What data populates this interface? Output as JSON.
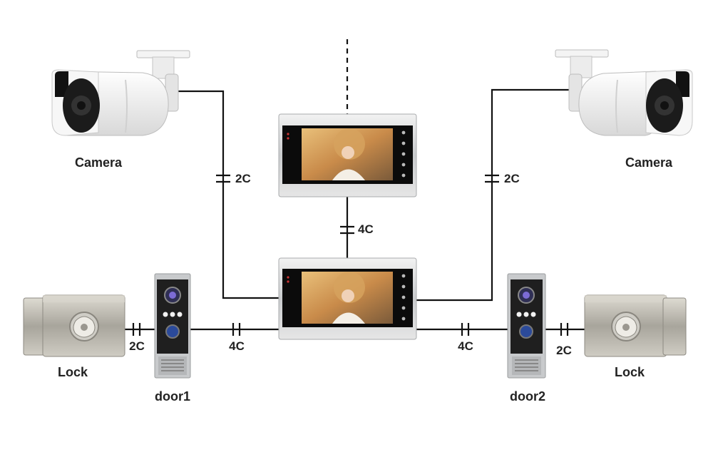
{
  "devices": {
    "camera_left": "Camera",
    "camera_right": "Camera",
    "lock_left": "Lock",
    "lock_right": "Lock",
    "door_left": "door1",
    "door_right": "door2"
  },
  "wires": {
    "camera_left": "2C",
    "camera_right": "2C",
    "monitors": "4C",
    "door_left": "4C",
    "door_right": "4C",
    "lock_left": "2C",
    "lock_right": "2C"
  },
  "colors": {
    "wire": "#111111",
    "monitor_frame": "#cfd1d3",
    "screen": "#0b0b0b",
    "photo_warm": "#d9a15c",
    "door_body": "#2a2a2a",
    "lock_body": "#b9b6ad"
  }
}
